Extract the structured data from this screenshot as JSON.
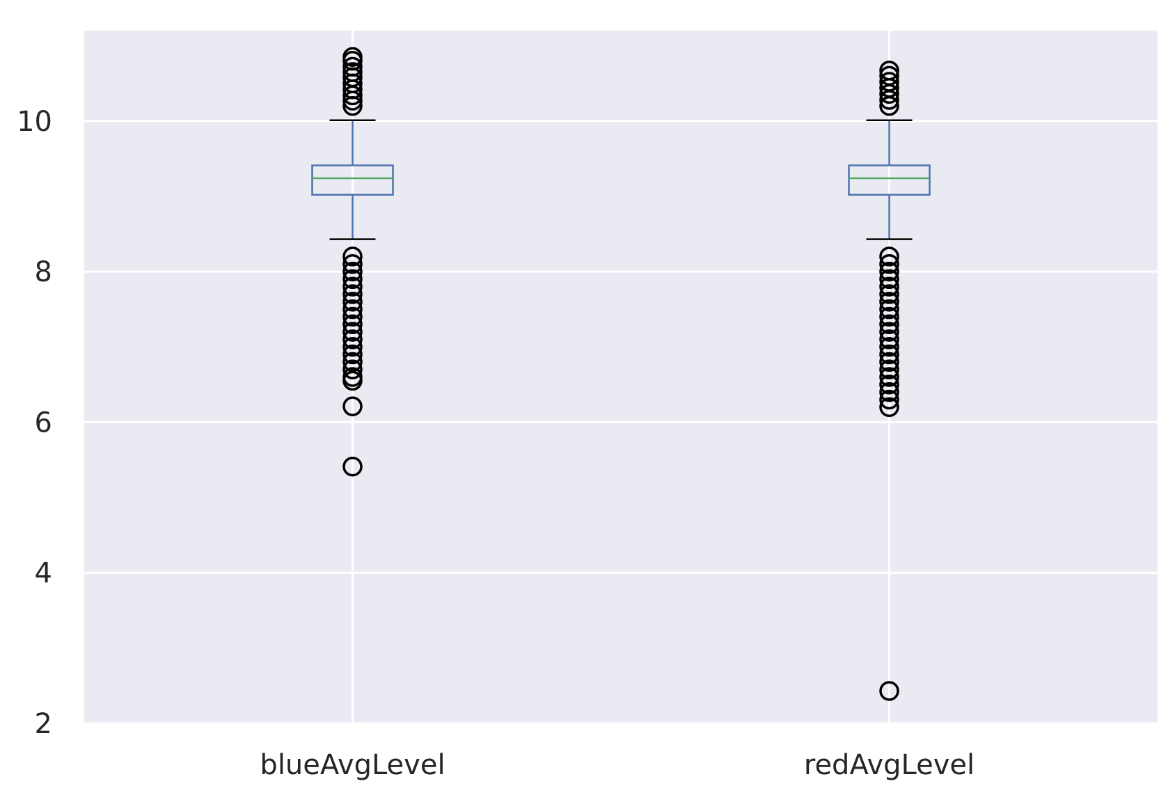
{
  "chart_data": {
    "type": "box",
    "title": "",
    "xlabel": "",
    "ylabel": "",
    "ylim": [
      2,
      11.2
    ],
    "yticks": [
      2,
      4,
      6,
      8,
      10
    ],
    "grid": true,
    "colors": {
      "background": "#eaeaf2",
      "grid": "#ffffff",
      "box": "#4c72b0",
      "median": "#55a868",
      "whisker": "#4c72b0",
      "cap": "#000000",
      "flier": "#000000"
    },
    "categories": [
      "blueAvgLevel",
      "redAvgLevel"
    ],
    "boxes": [
      {
        "label": "blueAvgLevel",
        "whisker_low": 8.43,
        "q1": 9.02,
        "median": 9.24,
        "q3": 9.41,
        "whisker_high": 10.01,
        "fliers": [
          10.2,
          10.27,
          10.34,
          10.42,
          10.5,
          10.58,
          10.65,
          10.72,
          10.8,
          10.85,
          8.2,
          8.1,
          8.0,
          7.9,
          7.8,
          7.7,
          7.6,
          7.5,
          7.4,
          7.3,
          7.2,
          7.1,
          7.0,
          6.9,
          6.8,
          6.7,
          6.6,
          6.55,
          6.21,
          5.41
        ]
      },
      {
        "label": "redAvgLevel",
        "whisker_low": 8.43,
        "q1": 9.02,
        "median": 9.24,
        "q3": 9.41,
        "whisker_high": 10.01,
        "fliers": [
          10.2,
          10.28,
          10.36,
          10.44,
          10.52,
          10.6,
          10.67,
          8.2,
          8.1,
          8.0,
          7.9,
          7.8,
          7.7,
          7.6,
          7.5,
          7.4,
          7.3,
          7.2,
          7.1,
          7.0,
          6.9,
          6.8,
          6.7,
          6.6,
          6.5,
          6.4,
          6.3,
          6.2,
          2.43
        ]
      }
    ]
  }
}
